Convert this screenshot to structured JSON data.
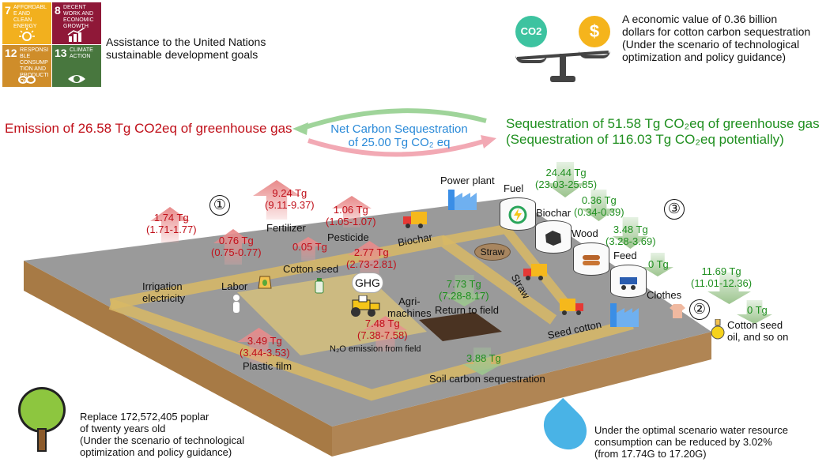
{
  "sdg": {
    "tiles": [
      {
        "num": "7",
        "label": "AFFORDABLE AND CLEAN ENERGY",
        "color": "#f2b01e"
      },
      {
        "num": "8",
        "label": "DECENT WORK AND ECONOMIC GROWTH",
        "color": "#8f1838"
      },
      {
        "num": "12",
        "label": "RESPONSIBLE CONSUMPTION AND PRODUCTION",
        "color": "#cf8d2a"
      },
      {
        "num": "13",
        "label": "CLIMATE ACTION",
        "color": "#48773e"
      }
    ],
    "caption_line1": "Assistance to the United Nations",
    "caption_line2": "sustainable development goals"
  },
  "economic": {
    "co2_label": "CO2",
    "dollar_symbol": "$",
    "line1": "A economic value of 0.36 billion",
    "line2": "dollars for cotton carbon sequestration",
    "line3": "(Under the scenario of technological",
    "line4": "optimization and policy guidance)"
  },
  "summary": {
    "emission": "Emission of 26.58 Tg CO2eq of greenhouse gas",
    "net_line1": "Net Carbon Sequestration",
    "net_line2": "of 25.00 Tg CO₂ eq",
    "sequestration": "Sequestration of 51.58 Tg CO₂eq of greenhouse gas",
    "potential": "(Sequestration of 116.03 Tg CO₂eq potentially)"
  },
  "markers": {
    "one": "①",
    "two": "②",
    "three": "③"
  },
  "emissions": [
    {
      "label": "Irrigation electricity",
      "value": "1.74 Tg",
      "range": "(1.71-1.77)"
    },
    {
      "label": "Labor",
      "value": "0.76 Tg",
      "range": "(0.75-0.77)"
    },
    {
      "label": "Fertilizer",
      "value": "9.24 Tg",
      "range": "(9.11-9.37)"
    },
    {
      "label": "Cotton seed",
      "value": "0.05 Tg",
      "range": ""
    },
    {
      "label": "Pesticide",
      "value": "1.06 Tg",
      "range": "(1.05-1.07)"
    },
    {
      "label": "Agri-machines",
      "value": "2.77 Tg",
      "range": "(2.73-2.81)"
    },
    {
      "label": "N₂O emission from field",
      "value": "7.48 Tg",
      "range": "(7.38-7.58)"
    },
    {
      "label": "Plastic film",
      "value": "3.49 Tg",
      "range": "(3.44-3.53)"
    }
  ],
  "ghg_label": "GHG",
  "agri_line1": "Agri-",
  "agri_line2": "machines",
  "irrigation_line1": "Irrigation",
  "irrigation_line2": "electricity",
  "sequestrations": [
    {
      "label": "Return to field",
      "value": "7.73 Tg",
      "range": "(7.28-8.17)"
    },
    {
      "label": "Soil carbon sequestration",
      "value": "3.88 Tg",
      "range": ""
    },
    {
      "label": "Fuel",
      "value": "24.44 Tg",
      "range": "(23.03-25.85)"
    },
    {
      "label": "Biochar",
      "value": "0.36 Tg",
      "range": "(0.34-0.39)"
    },
    {
      "label": "Wood",
      "value": "3.48 Tg",
      "range": "(3.28-3.69)"
    },
    {
      "label": "Feed",
      "value": "0 Tg",
      "range": ""
    },
    {
      "label": "Clothes",
      "value": "11.69 Tg",
      "range": "(11.01-12.36)"
    },
    {
      "label": "Cotton seed oil, and so on",
      "value": "0 Tg",
      "range": ""
    }
  ],
  "cotton_oil_line1": "Cotton seed",
  "cotton_oil_line2": "oil, and so on",
  "flow_labels": {
    "power_plant": "Power plant",
    "biochar_truck": "Biochar",
    "straw": "Straw",
    "straw_road": "Straw",
    "seed_cotton": "Seed cotton"
  },
  "tree": {
    "line1": "Replace 172,572,405 poplar",
    "line2": "of twenty years old",
    "line3": "(Under the scenario of technological",
    "line4": "optimization and policy guidance)"
  },
  "water": {
    "line1": "Under the optimal scenario water resource",
    "line2": "consumption  can be reduced by 3.02%",
    "line3": "(from 17.74G to 17.20G)"
  },
  "colors": {
    "emission": "#c0101a",
    "sequestration": "#1f8f1f",
    "net": "#2a8ad8",
    "board": "#9a9a9a",
    "road": "#d8b865",
    "soil": "#a77a45"
  }
}
